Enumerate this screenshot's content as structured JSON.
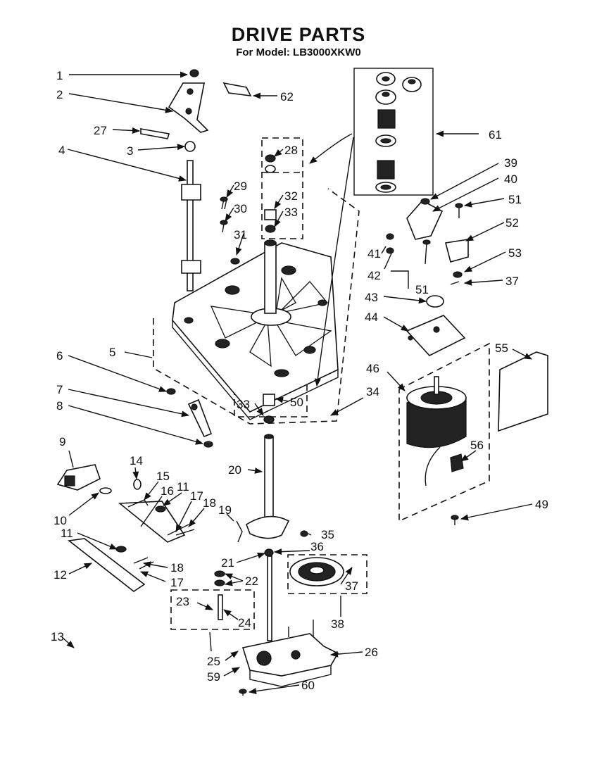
{
  "title": "DRIVE PARTS",
  "subtitle": "For Model: LB3000XKW0",
  "labels": [
    "1",
    "2",
    "62",
    "27",
    "3",
    "4",
    "29",
    "30",
    "31",
    "28",
    "32",
    "33",
    "61",
    "39",
    "40",
    "51",
    "52",
    "41",
    "42",
    "53",
    "51",
    "37",
    "43",
    "44",
    "5",
    "6",
    "7",
    "8",
    "33",
    "50",
    "34",
    "46",
    "55",
    "56",
    "9",
    "14",
    "15",
    "16",
    "11",
    "17",
    "18",
    "19",
    "20",
    "10",
    "35",
    "11",
    "18",
    "17",
    "12",
    "36",
    "21",
    "22",
    "37",
    "23",
    "24",
    "38",
    "13",
    "25",
    "26",
    "59",
    "60",
    "49"
  ]
}
